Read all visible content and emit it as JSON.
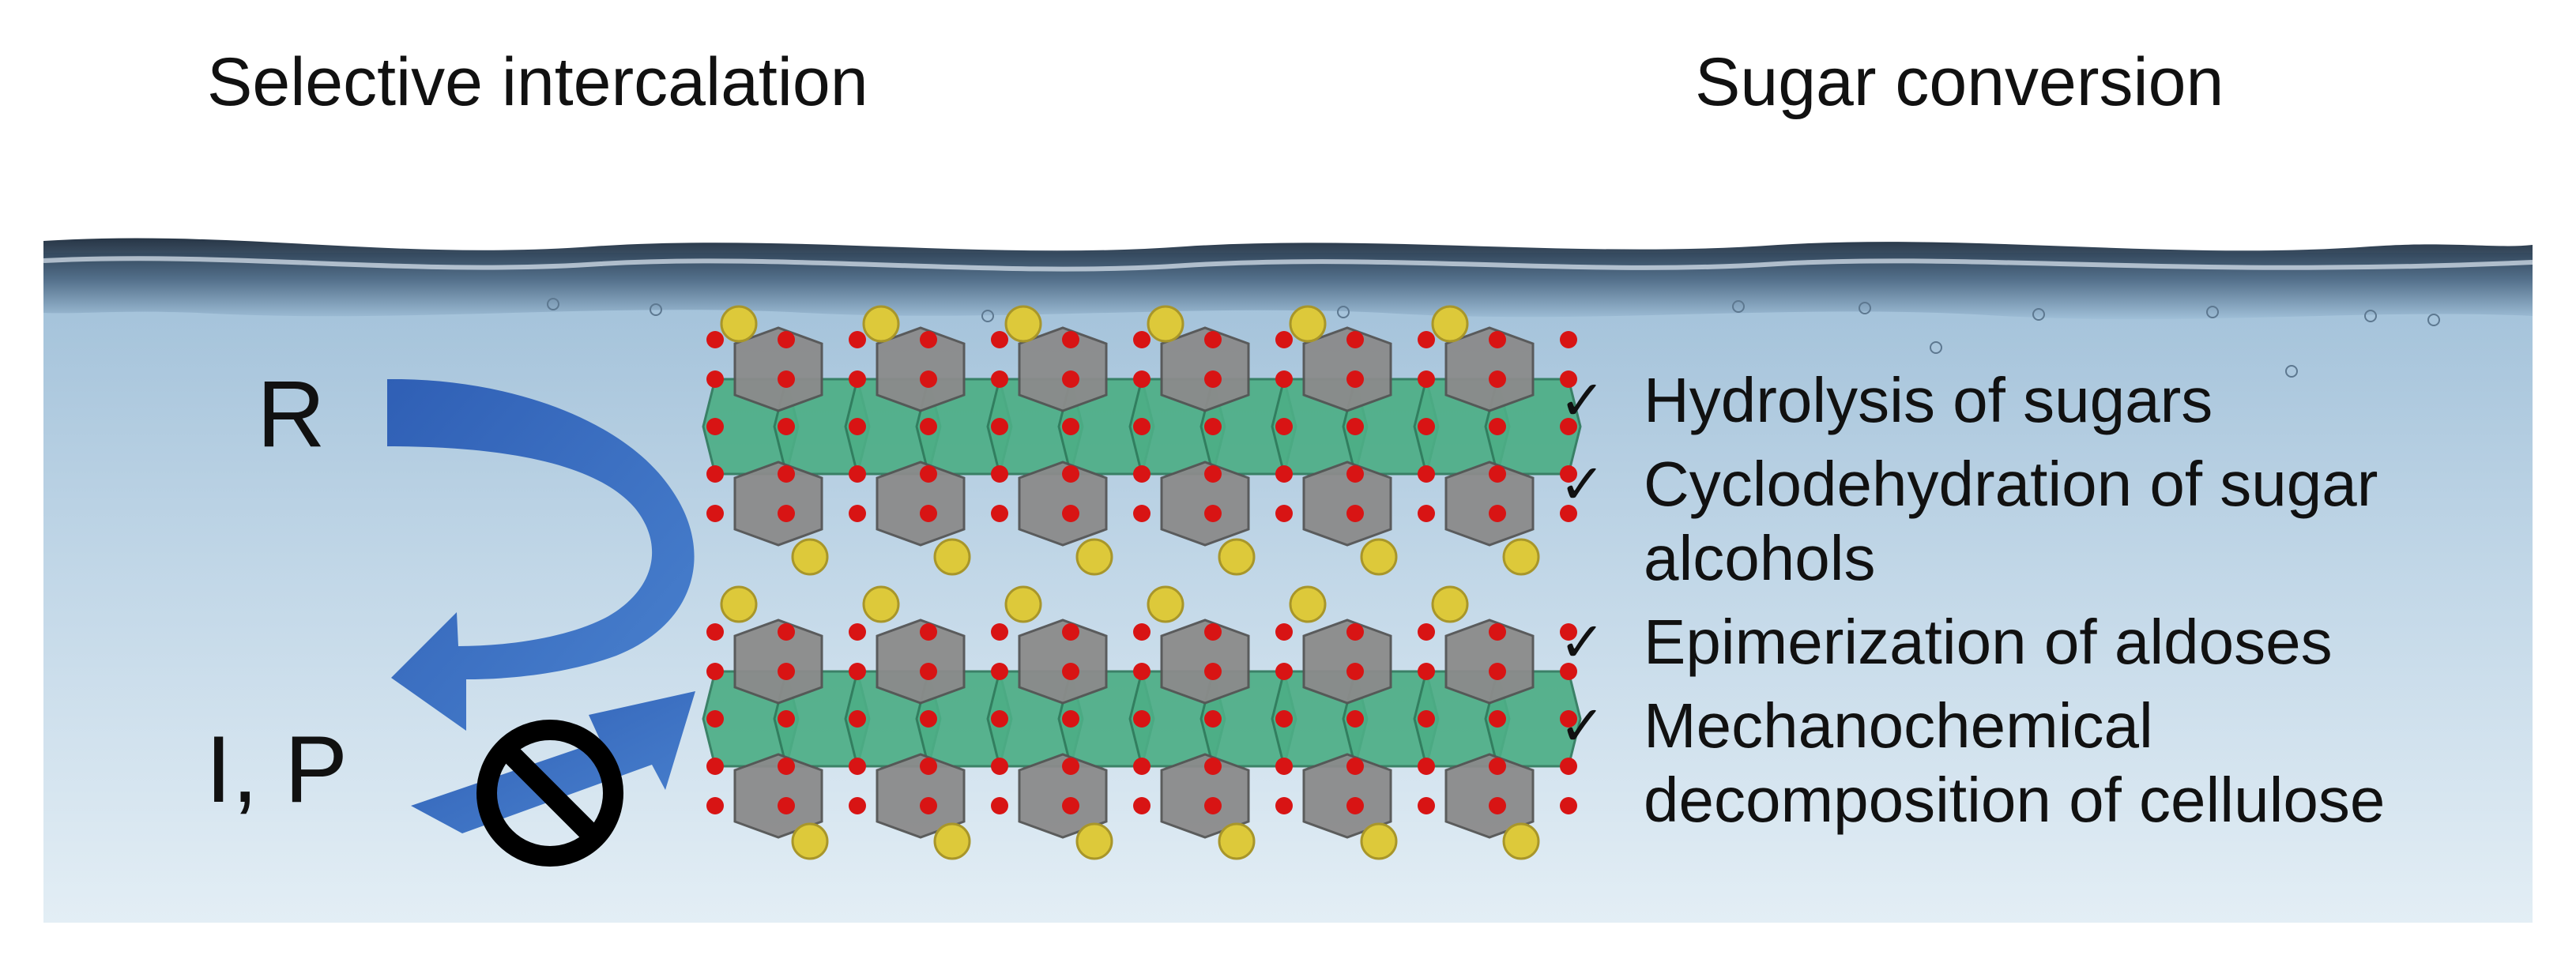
{
  "headings": {
    "left": "Selective intercalation",
    "right": "Sugar conversion"
  },
  "species": {
    "reacting": "R",
    "blocked": "I, P"
  },
  "checklist": [
    "Hydrolysis of sugars",
    "Cyclodehydration of sugar alcohols",
    "Epimerization of aldoses",
    "Mechanochemical decomposition of cellulose"
  ],
  "check_symbol": "✓",
  "icons": [
    "curved-arrow-icon",
    "blocked-arrow-icon",
    "prohibition-icon",
    "water-surface",
    "layered-crystal-structure"
  ],
  "colors": {
    "water_top": "#a9c6dc",
    "water_bottom": "#dce9f2",
    "arrow": "#3b6dc0",
    "polyhedron_green": "#4dae86",
    "polyhedron_gray": "#8b8b8b",
    "oxygen": "#d81414",
    "cation": "#ddc93a",
    "prohibition": "#000000"
  }
}
